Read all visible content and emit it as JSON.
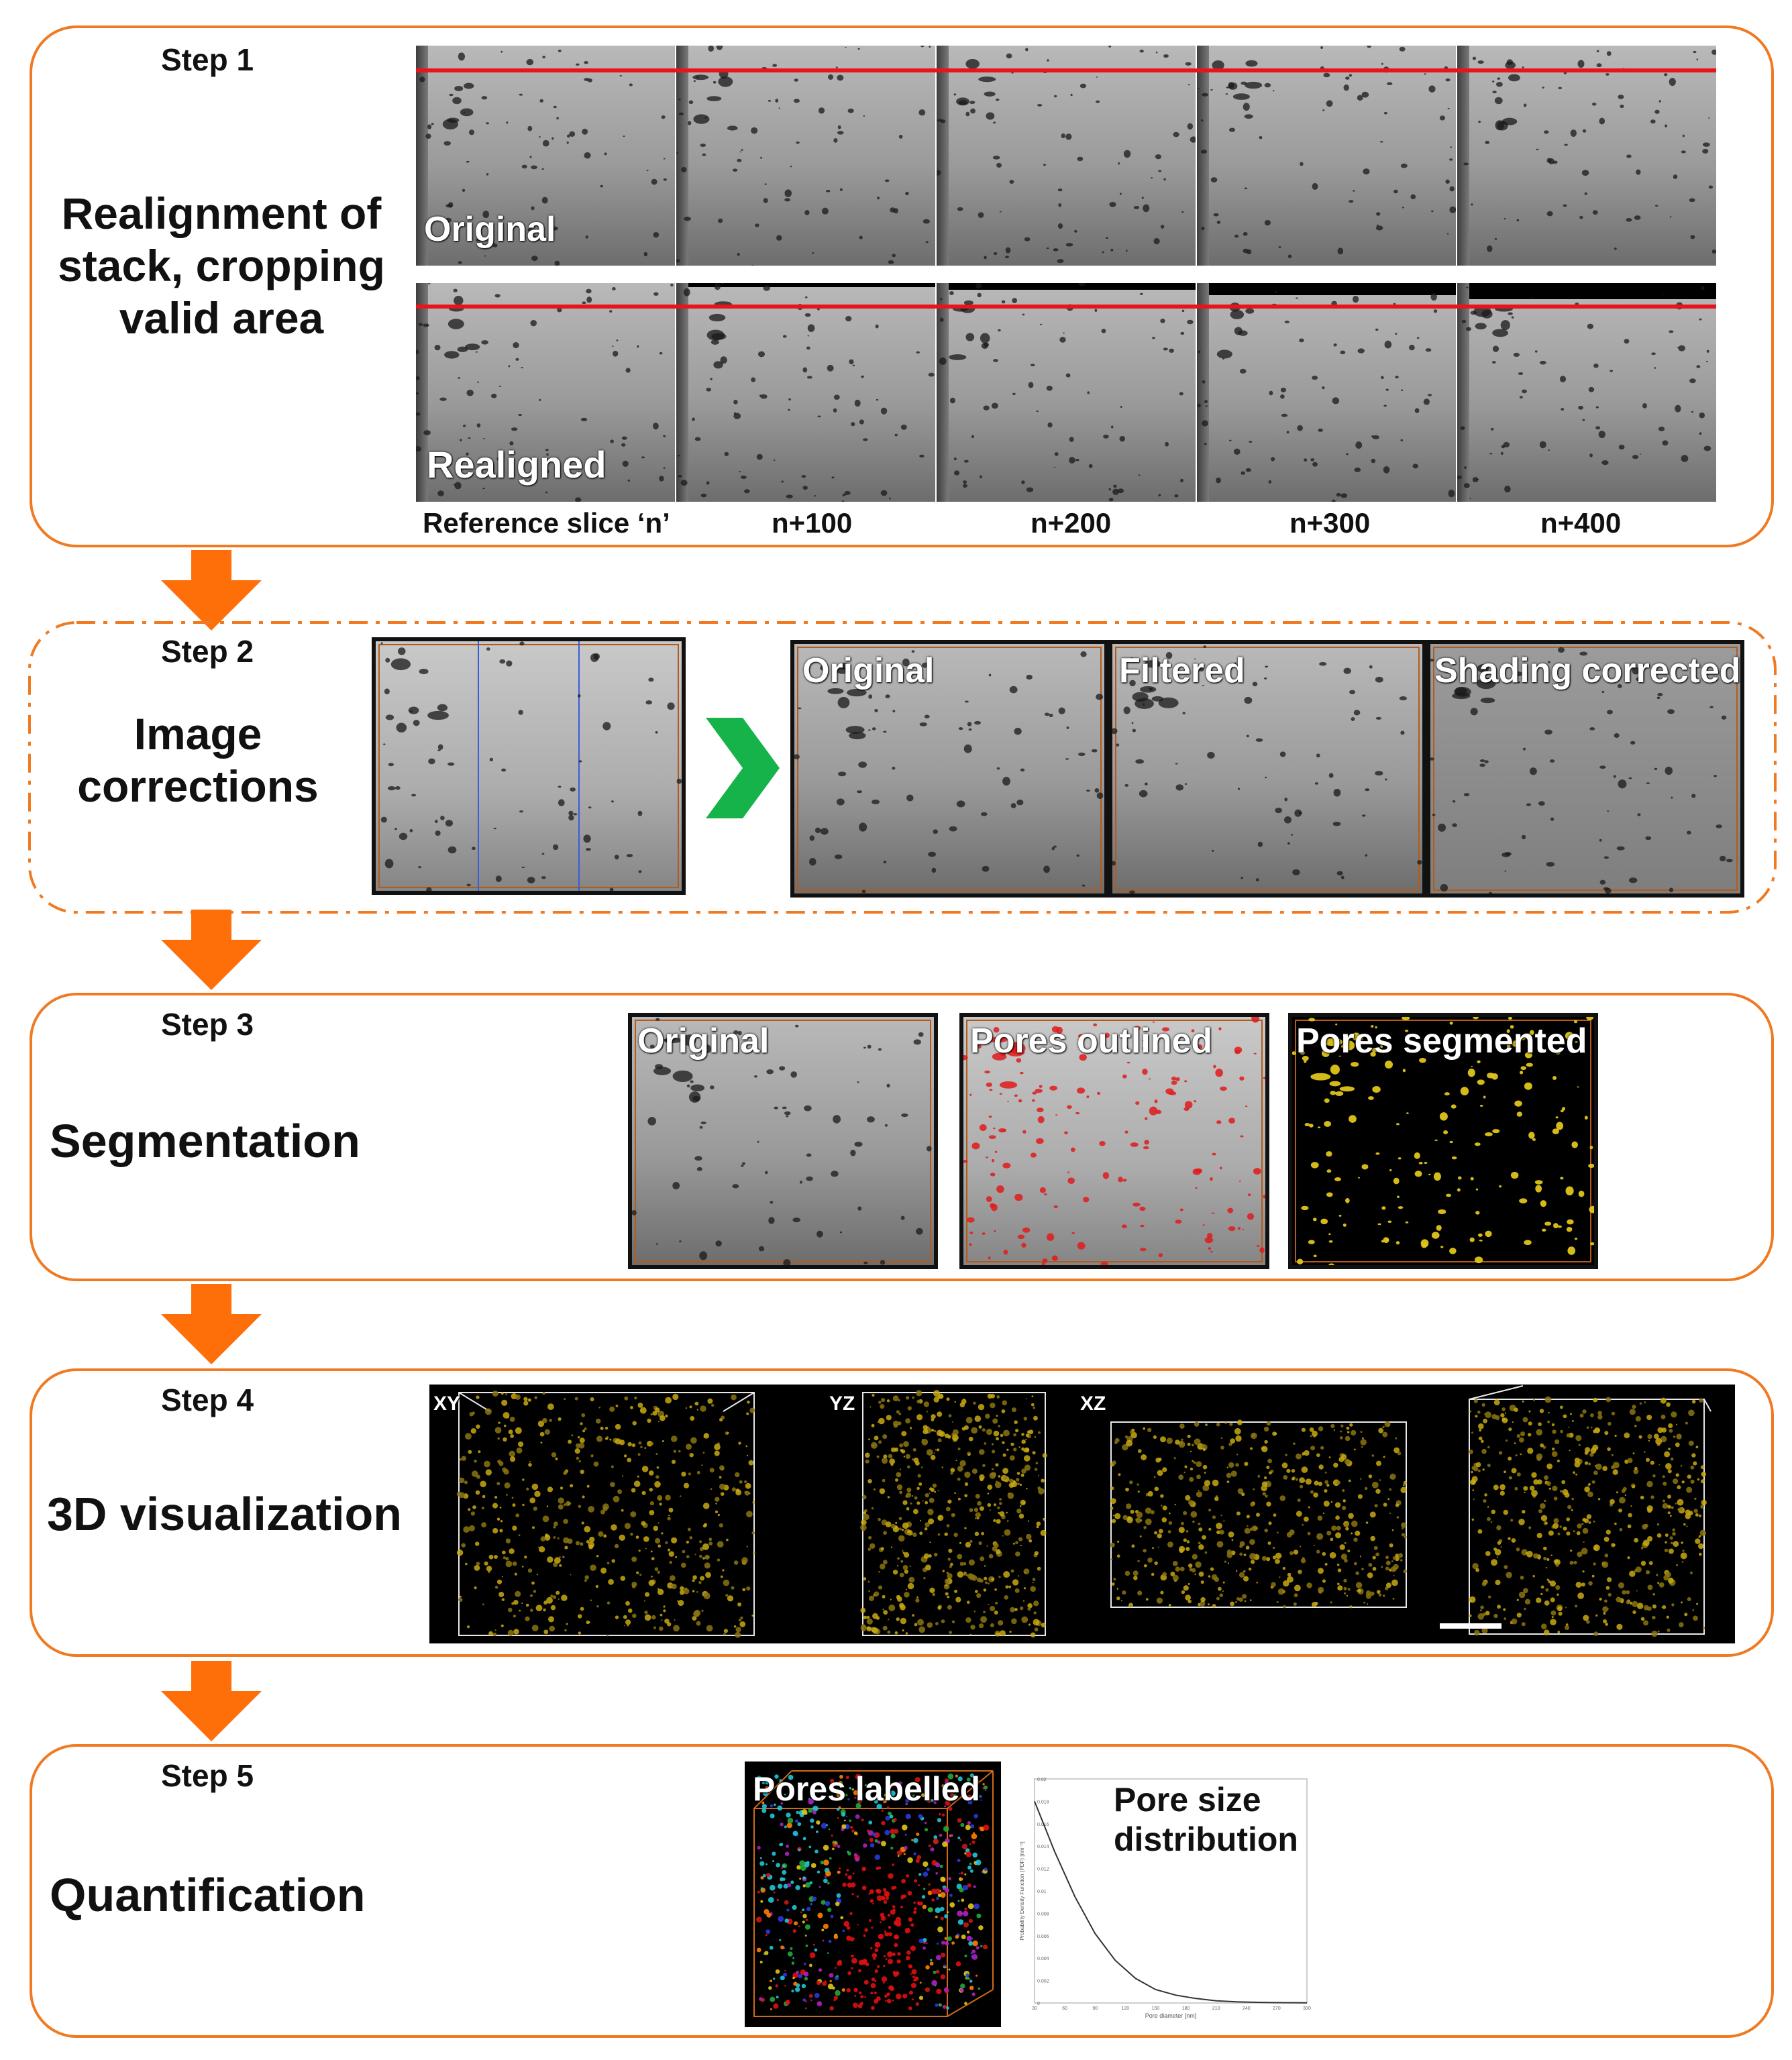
{
  "steps": [
    {
      "label": "Step 1",
      "title": "Realignment of stack, cropping valid area"
    },
    {
      "label": "Step 2",
      "title": "Image corrections"
    },
    {
      "label": "Step 3",
      "title": "Segmentation"
    },
    {
      "label": "Step 4",
      "title": "3D visualization"
    },
    {
      "label": "Step 5",
      "title": "Quantification"
    }
  ],
  "step1": {
    "row_labels": [
      "Original",
      "Realigned"
    ],
    "slice_labels": [
      "Reference slice ‘n’",
      "n+100",
      "n+200",
      "n+300",
      "n+400"
    ]
  },
  "step2": {
    "labels": [
      "Original",
      "Filtered",
      "Shading corrected"
    ]
  },
  "step3": {
    "labels": [
      "Original",
      "Pores outlined",
      "Pores segmented"
    ]
  },
  "step4": {
    "view_labels": [
      "XY",
      "YZ",
      "XZ"
    ]
  },
  "step5": {
    "labels": [
      "Pores labelled",
      "Pore size distribution"
    ],
    "chart_data": {
      "type": "line",
      "title": "",
      "xlabel": "Pore diameter [nm]",
      "ylabel": "Probability Density Function (PDF) [nm⁻¹]",
      "x": [
        30,
        50,
        70,
        90,
        110,
        130,
        150,
        170,
        190,
        210,
        230,
        250,
        270,
        300
      ],
      "y": [
        0.018,
        0.0135,
        0.0095,
        0.0062,
        0.0038,
        0.0022,
        0.0012,
        0.0007,
        0.0004,
        0.0002,
        0.0001,
        6e-05,
        3e-05,
        1e-05
      ],
      "xlim": [
        30,
        300
      ],
      "ylim": [
        0,
        0.02
      ]
    }
  },
  "colors": {
    "panel_border": "#f07a22",
    "arrow": "#fe6f0a",
    "chevron": "#16b34a",
    "red_line": "#e8141a",
    "pores_yellow": "#e0c51a"
  }
}
